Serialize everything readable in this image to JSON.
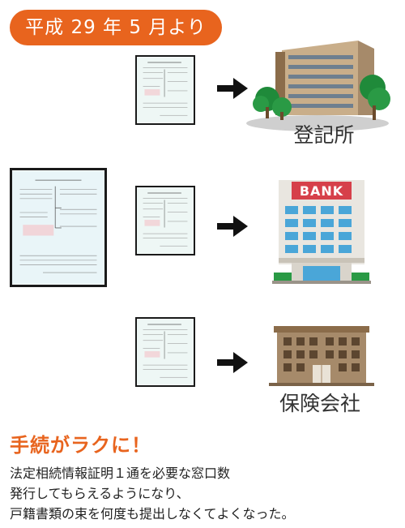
{
  "header": {
    "label": "平成 29 年 5 月より",
    "color": "#e8641e"
  },
  "rows": [
    {
      "destination": "登記所",
      "icon": "registry-office-building-icon"
    },
    {
      "destination": "BANK",
      "icon": "bank-building-icon"
    },
    {
      "destination": "保険会社",
      "icon": "insurance-company-building-icon"
    }
  ],
  "headline": "手続がラクに！",
  "description_lines": [
    "法定相続情報証明１通を必要な窓口数",
    "発行してもらえるようになり、",
    "戸籍書類の束を何度も提出しなくてよくなった。"
  ],
  "colors": {
    "accent": "#e8641e",
    "bank_sign": "#d6404a",
    "bank_window": "#4aa6d8",
    "tree": "#1f8a3a",
    "building_brown": "#a68a6a"
  }
}
